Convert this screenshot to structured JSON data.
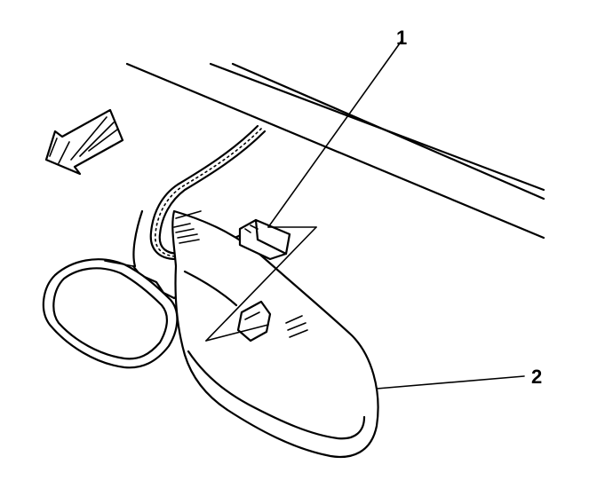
{
  "diagram": {
    "callouts": [
      {
        "id": "1",
        "label": "1"
      },
      {
        "id": "2",
        "label": "2"
      }
    ],
    "colors": {
      "ink": "#000000",
      "background": "#ffffff"
    },
    "icons": [
      "direction-arrow-icon"
    ]
  }
}
